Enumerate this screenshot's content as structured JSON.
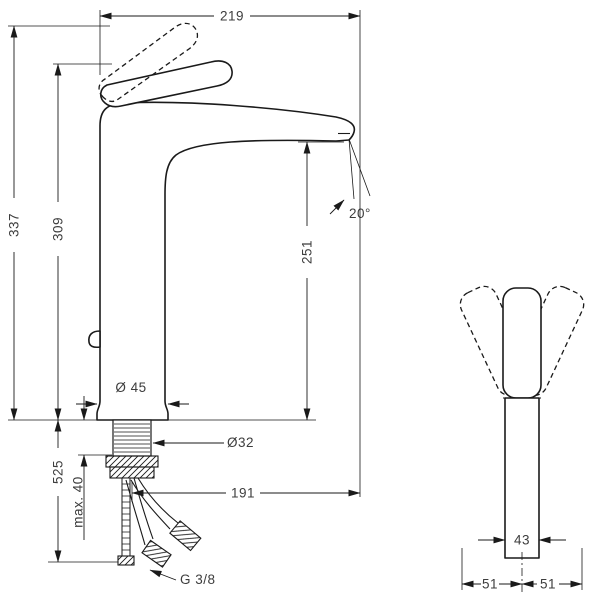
{
  "title": "faucet-technical-dimension-drawing",
  "colors": {
    "line": "#1a1a1a",
    "text": "#3d3d3d",
    "background": "#ffffff"
  },
  "front_view": {
    "dim_width_top": "219",
    "dim_height_total": "337",
    "dim_height_body": "309",
    "dim_outlet_height": "251",
    "dim_spout_angle": "20°",
    "dim_base_diameter": "Ø 45",
    "dim_shank_diameter": "Ø32",
    "dim_reach": "191",
    "dim_below_height": "525",
    "dim_max_thickness": "max. 40",
    "dim_thread": "G 3/8"
  },
  "side_view": {
    "dim_body_width": "43",
    "dim_left_swing": "51",
    "dim_right_swing": "51"
  }
}
